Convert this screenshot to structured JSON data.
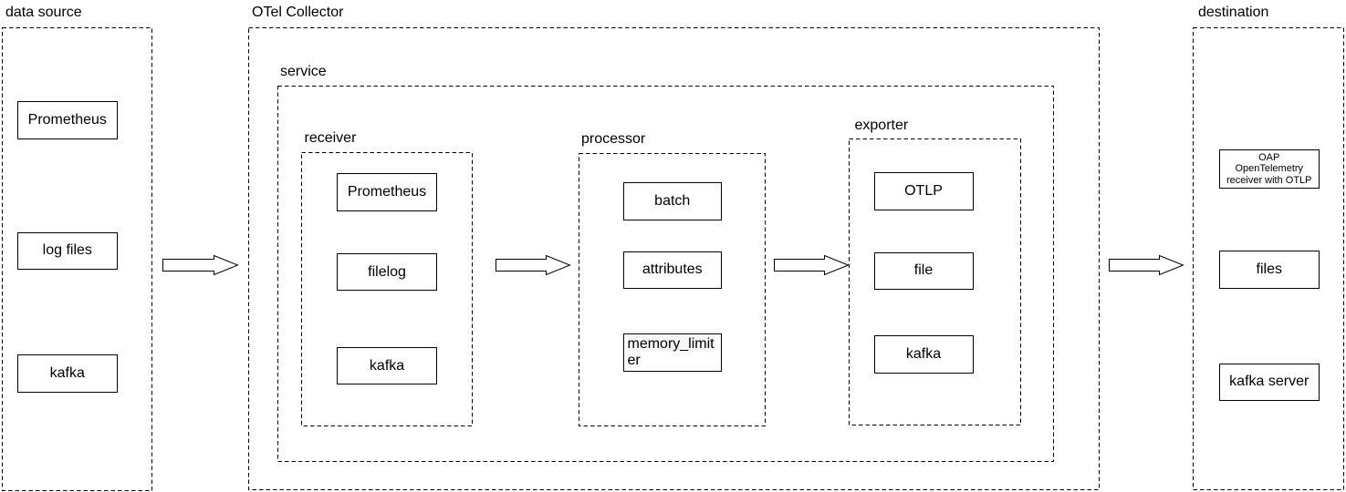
{
  "colors": {
    "background": "#ffffff",
    "line": "#000000",
    "text": "#000000",
    "label_highlight": "#f5f5f5"
  },
  "groups": {
    "data_source": {
      "label": "data source",
      "nodes": [
        "Prometheus",
        "log files",
        "kafka"
      ]
    },
    "otel_collector": {
      "label": "OTel Collector"
    },
    "service": {
      "label": "service"
    },
    "receiver": {
      "label": "receiver",
      "nodes": [
        "Prometheus",
        "filelog",
        "kafka"
      ]
    },
    "processor": {
      "label": "processor",
      "nodes": [
        "batch",
        "attributes",
        "memory_limiter"
      ]
    },
    "exporter": {
      "label": "exporter",
      "nodes": [
        "OTLP",
        "file",
        "kafka"
      ]
    },
    "destination": {
      "label": "destination",
      "nodes": [
        "OAP OpenTelemetry receiver with OTLP",
        "files",
        "kafka server"
      ],
      "oap_lines": [
        "OAP",
        "OpenTelemetry",
        "receiver with OTLP"
      ]
    }
  },
  "arrows": [
    {
      "from": "data source",
      "to": "OTel Collector"
    },
    {
      "from": "receiver",
      "to": "processor"
    },
    {
      "from": "processor",
      "to": "exporter"
    },
    {
      "from": "OTel Collector",
      "to": "destination"
    }
  ]
}
